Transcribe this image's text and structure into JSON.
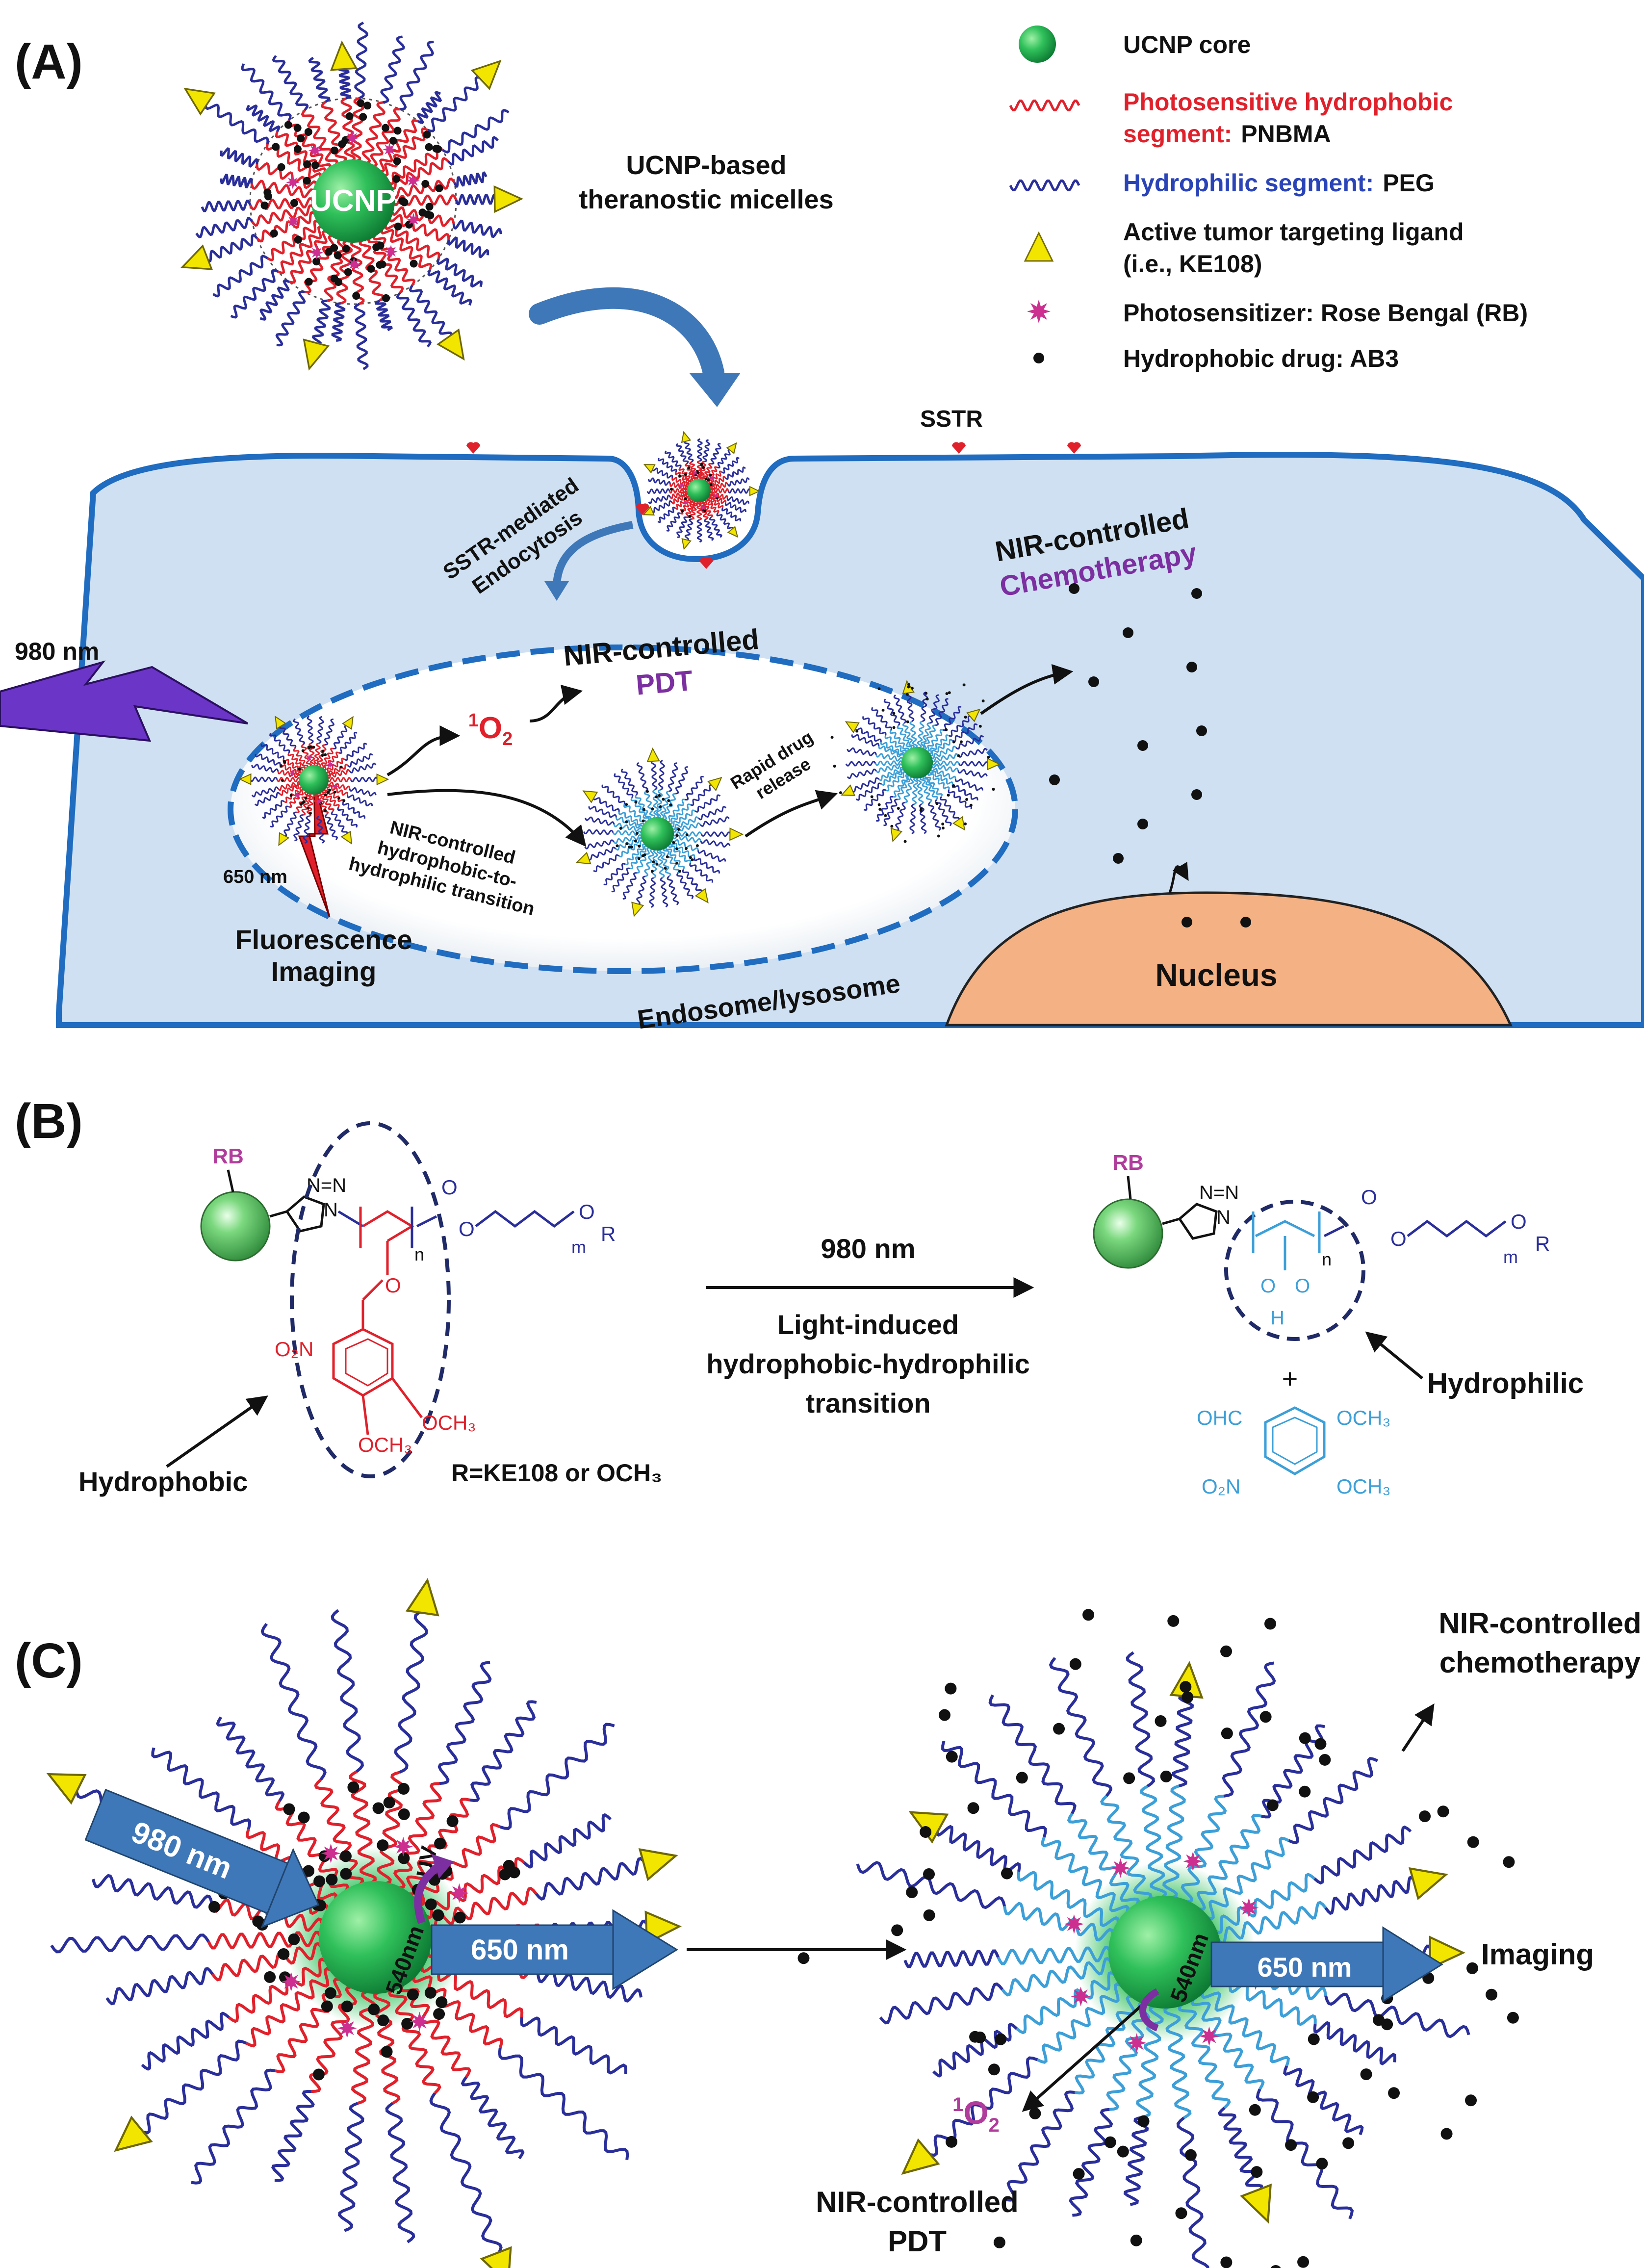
{
  "panels": {
    "a": {
      "label": "(A)"
    },
    "b": {
      "label": "(B)"
    },
    "c": {
      "label": "(C)"
    }
  },
  "micelle": {
    "core_label": "UCNP",
    "caption_line1": "UCNP-based",
    "caption_line2": "theranostic micelles"
  },
  "legend": {
    "core": "UCNP core",
    "hydrophobic_line1": "Photosensitive hydrophobic",
    "hydrophobic_line2_part1": "segment:",
    "hydrophobic_line2_part2": "PNBMA",
    "hydrophilic_part1": "Hydrophilic segment:",
    "hydrophilic_part2": "PEG",
    "ligand_line1": "Active tumor targeting ligand",
    "ligand_line2": "(i.e., KE108)",
    "photosensitizer": "Photosensitizer:  Rose Bengal (RB)",
    "drug": "Hydrophobic drug: AB3"
  },
  "cell": {
    "sstr": "SSTR",
    "endocytosis_line1": "SSTR-mediated",
    "endocytosis_line2": "Endocytosis",
    "nir_chemo_line1": "NIR-controlled",
    "nir_chemo_line2": "Chemotherapy",
    "laser_980": "980 nm",
    "nir_pdt_line1": "NIR-controlled",
    "nir_pdt_line2": "PDT",
    "singlet_oxygen_sup": "1",
    "singlet_oxygen_main": "O",
    "singlet_oxygen_sub": "2",
    "transition_line1": "NIR-controlled",
    "transition_line2": "hydrophobic-to-",
    "transition_line3": "hydrophilic transition",
    "release_line1": "Rapid drug",
    "release_line2": "release",
    "emission_650": "650 nm",
    "fluorescence_line1": "Fluorescence",
    "fluorescence_line2": "Imaging",
    "endosome": "Endosome/lysosome",
    "nucleus": "Nucleus"
  },
  "panel_b": {
    "rb_left": "RB",
    "rb_right": "RB",
    "triazole": "N=N",
    "triazole_n": "N",
    "carbonyl_o": "O",
    "ester_o": "O",
    "ether_o": "O",
    "subscript_n": "n",
    "subscript_m": "m",
    "r_group": "R",
    "nitro": "O₂N",
    "och3_a": "OCH₃",
    "och3_b": "OCH₃",
    "hydrophobic": "Hydrophobic",
    "r_definition": "R=KE108 or OCH₃",
    "arrow_top": "980 nm",
    "arrow_bottom_line1": "Light-induced",
    "arrow_bottom_line2": "hydrophobic-hydrophilic",
    "arrow_bottom_line3": "transition",
    "acid_o": "O",
    "acid_oh": "O",
    "acid_h": "H",
    "hydrophilic": "Hydrophilic",
    "plus": "+",
    "cho": "OHC",
    "product_och3_a": "OCH₃",
    "product_nitro": "O₂N",
    "product_och3_b": "OCH₃"
  },
  "panel_c": {
    "laser_in": "980 nm",
    "uv": "UV",
    "green_540_left": "540nm",
    "emission_left": "650 nm",
    "emission_right": "650 nm",
    "green_540_right": "540nm",
    "chemo_line1": "NIR-controlled",
    "chemo_line2": "chemotherapy",
    "imaging": "Imaging",
    "singlet_sup": "1",
    "singlet_main": "O",
    "singlet_sub": "2",
    "pdt_line1": "NIR-controlled",
    "pdt_line2": "PDT"
  },
  "colors": {
    "core_green": "#1aa84a",
    "hydrophobic_red": "#e0212b",
    "hydrophilic_blue": "#2a2e9a",
    "light_blue": "#3c9fd8",
    "ligand_yellow": "#f2e600",
    "photosensitizer_magenta": "#cc2f8f",
    "cell_fill": "#cfe0f2",
    "membrane_blue": "#1f6cc0",
    "nucleus_orange": "#f4b183",
    "pdt_purple": "#7b2fa0",
    "arrow_blue": "#3f78b9"
  }
}
